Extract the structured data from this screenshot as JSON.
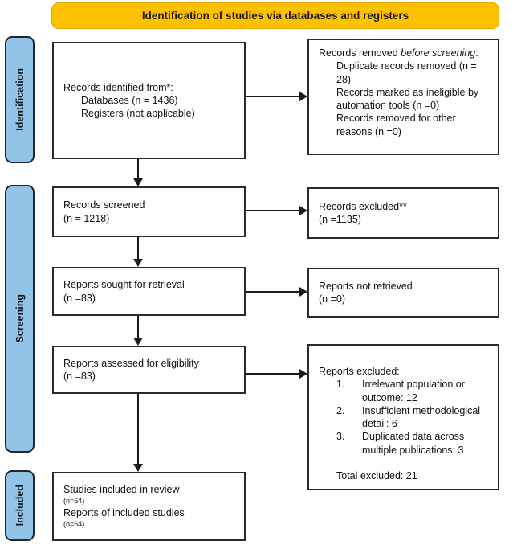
{
  "banner": {
    "title": "Identification of studies via databases and registers"
  },
  "stages": {
    "identification": "Identification",
    "screening": "Screening",
    "included": "Included"
  },
  "boxes": {
    "records_identified": {
      "line1": "Records identified from*:",
      "line2": "Databases (n = 1436)",
      "line3": "Registers (not applicable)"
    },
    "records_removed": {
      "intro_normal": "Records removed ",
      "intro_italic": "before screening",
      "intro_colon": ":",
      "item1": "Duplicate records removed (n = 28)",
      "item2": "Records marked as ineligible by automation tools (n =0)",
      "item3": "Records removed for other reasons (n =0)"
    },
    "records_screened": {
      "line1": "Records screened",
      "line2": "(n = 1218)"
    },
    "records_excluded": {
      "line1": "Records excluded**",
      "line2": "(n =1135)"
    },
    "reports_sought": {
      "line1": "Reports sought for retrieval",
      "line2": "(n =83)"
    },
    "reports_not_retrieved": {
      "line1": "Reports not retrieved",
      "line2": "(n =0)"
    },
    "reports_assessed": {
      "line1": "Reports assessed for eligibility",
      "line2": "(n =83)"
    },
    "reports_excluded": {
      "title": "Reports excluded:",
      "items": [
        {
          "num": "1.",
          "text": "Irrelevant population or outcome: 12"
        },
        {
          "num": "2.",
          "text": "Insufficient methodological detail: 6"
        },
        {
          "num": "3.",
          "text": "Duplicated data across multiple publications: 3"
        }
      ],
      "total": "Total excluded: 21"
    },
    "studies_included": {
      "line1": "Studies included in review",
      "line2": "(n=64)",
      "line3": "Reports of included studies",
      "line4": "(n=64)"
    }
  },
  "colors": {
    "banner_bg": "#FFC000",
    "stage_bg": "#92C4E8",
    "box_border": "#2a2a2a",
    "arrow": "#1a1a1a"
  }
}
